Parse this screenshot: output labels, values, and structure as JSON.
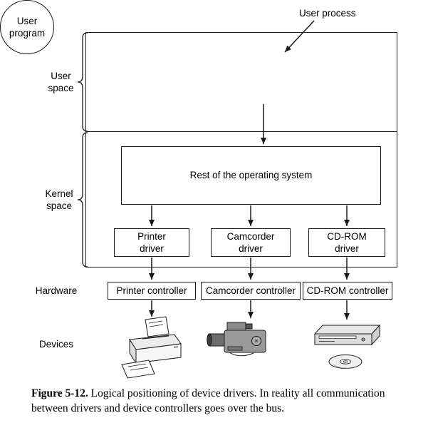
{
  "diagram": {
    "user_process_label": "User process",
    "user_program_label": "User\nprogram",
    "os_label": "Rest of the operating system",
    "drivers": [
      {
        "label": "Printer\ndriver"
      },
      {
        "label": "Camcorder\ndriver"
      },
      {
        "label": "CD-ROM\ndriver"
      }
    ],
    "controllers": [
      {
        "label": "Printer controller"
      },
      {
        "label": "Camcorder controller"
      },
      {
        "label": "CD-ROM controller"
      }
    ],
    "side_labels": {
      "user_space": "User\nspace",
      "kernel_space": "Kernel\nspace",
      "hardware": "Hardware",
      "devices": "Devices"
    },
    "device_icons": [
      "printer-icon",
      "camcorder-icon",
      "cdrom-drive-icon",
      "cd-disc-icon"
    ],
    "colors": {
      "line": "#1a1a1a",
      "background": "#ffffff"
    }
  },
  "caption": {
    "figure_label": "Figure 5-12.",
    "line1": "Logical positioning of device drivers.  In reality all communication",
    "line2": "between drivers and device controllers goes over the bus."
  }
}
